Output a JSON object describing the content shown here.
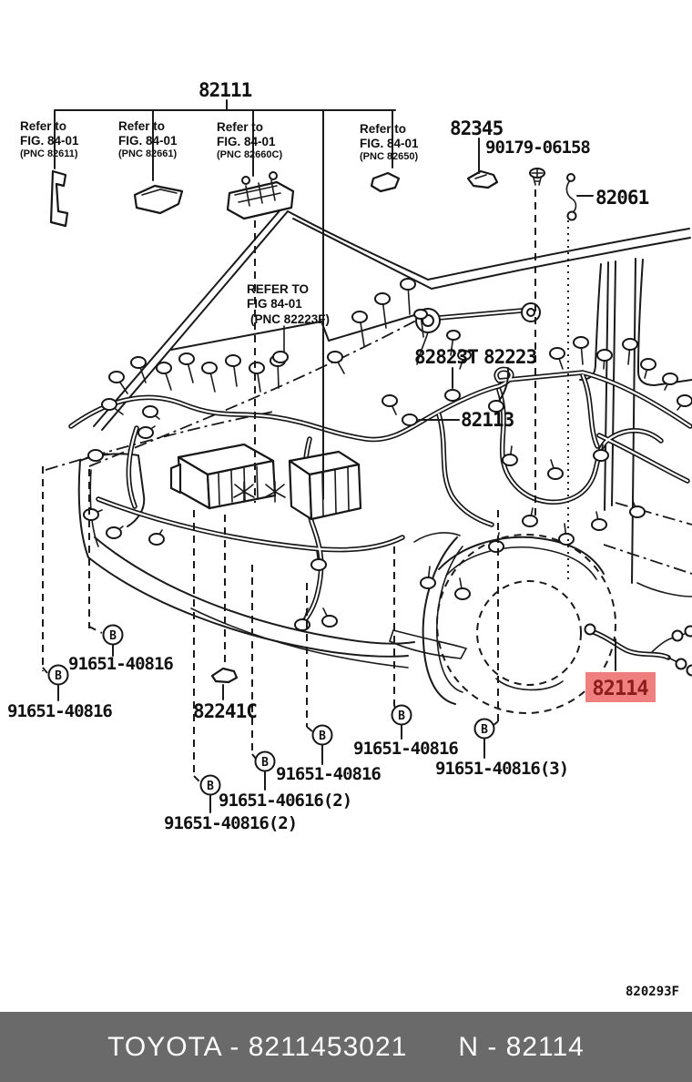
{
  "diagram": {
    "figure_code": "820293F",
    "line_color": "#1a1a1a",
    "highlight": {
      "bg": "#f08080",
      "fg": "#8a1c1c"
    },
    "labels": {
      "harness_82111": "82111",
      "clamp_82345": "82345",
      "bolt_90179": "90179-06158",
      "wire_82061": "82061",
      "connector_82823t": "82823T",
      "wire_82223": "82223",
      "harness_82113": "82113",
      "wire_82114": "82114",
      "clamp_82241c": "82241C"
    },
    "refer_notes": [
      {
        "line1": "Refer to",
        "line2": "FIG. 84-01",
        "line3": "(PNC 82611)"
      },
      {
        "line1": "Refer to",
        "line2": "FIG. 84-01",
        "line3": "(PNC 82661)"
      },
      {
        "line1": "Refer to",
        "line2": "FIG. 84-01",
        "line3": "(PNC 82660C)"
      },
      {
        "line1": "Refer to",
        "line2": "FIG. 84-01",
        "line3": "(PNC 82650)"
      },
      {
        "line1": "REFER TO",
        "line2": "FIG 84-01",
        "line3": "(PNC 82223F)"
      }
    ],
    "fasteners": [
      "91651-40816",
      "91651-40816",
      "91651-40816",
      "91651-40816",
      "91651-40816(3)",
      "91651-40616(2)",
      "91651-40816(2)"
    ],
    "bolt_marker": "B"
  },
  "footer": {
    "left_text": "TOYOTA - 8211453021",
    "right_text": "N - 82114",
    "bg": "#6a6a6a"
  }
}
